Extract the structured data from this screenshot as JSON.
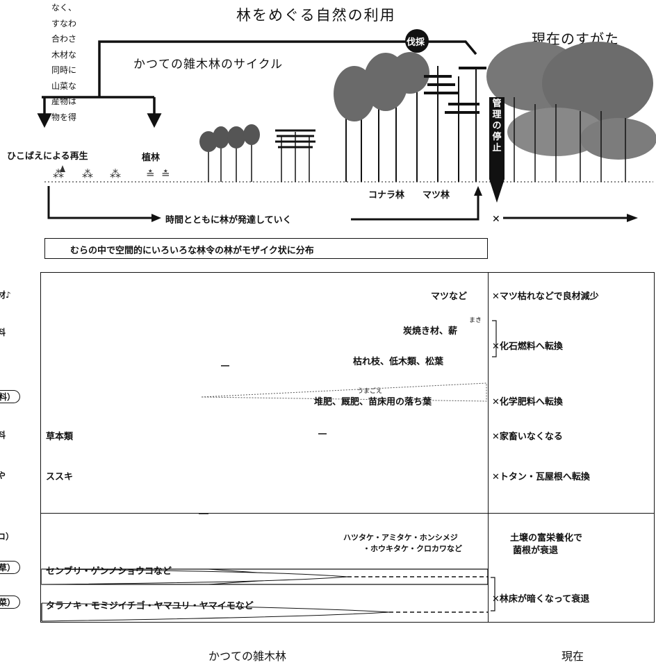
{
  "intro_lines": [
    "なく、",
    "すなわ",
    "合わさ",
    "木材な",
    "同時に",
    "山菜な",
    "産物は",
    "物を得"
  ],
  "title": "林をめぐる自然の利用",
  "present_title": "現在のすがた",
  "cycle_title": "かつての雑木林のサイクル",
  "cut_badge": "伐採",
  "stop_mgmt": "管理の停止",
  "stages": {
    "regeneration": "ひこばえによる再生",
    "planting": "植林",
    "konara": "コナラ林",
    "pine": "マツ林"
  },
  "time_arrow_label": "時間とともに林が発達していく",
  "mosaic_label": "むらの中で空間的にいろいろな林令の林がモザイク状に分布",
  "rows": {
    "timber": {
      "label": "材♪",
      "past": "マツなど",
      "now": "✕マツ枯れなどで良材減少"
    },
    "fuel": {
      "label": "料",
      "past1": "炭焼き材、薪",
      "past1_ruby": "まき",
      "past2": "枯れ枝、低木類、松葉",
      "now": "✕化石燃料へ転換"
    },
    "fertilizer": {
      "label": "料）",
      "past": "堆肥、厩肥、苗床用の落ち葉",
      "past_ruby": "うまごえ",
      "now": "✕化学肥料へ転換"
    },
    "fodder": {
      "label": "料",
      "past": "草本類",
      "now": "✕家畜いなくなる"
    },
    "roofing": {
      "label": "や",
      "past": "ススキ",
      "now": "✕トタン・瓦屋根へ転換"
    },
    "mushrooms": {
      "label": "コ）",
      "past1": "ハツタケ・アミタケ・ホンシメジ",
      "past2": "・ホウキタケ・クロカワなど",
      "now1": "土壌の富栄養化で",
      "now2": "菌根が衰退"
    },
    "herbs": {
      "label": "草）",
      "past": "センブリ・ゲンノショウコなど"
    },
    "vegetables": {
      "label": "菜）",
      "past": "タラノキ・モミジイチゴ・ヤマユリ・ヤマイモなど",
      "now": "✕林床が暗くなって衰退"
    }
  },
  "footer": {
    "past": "かつての雑木林",
    "present": "現在"
  }
}
